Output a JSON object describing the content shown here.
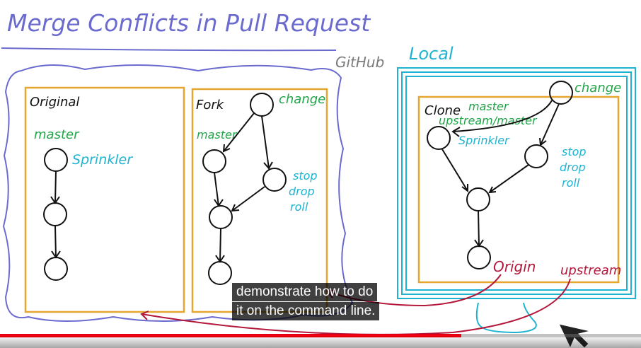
{
  "title": "Merge Conflicts in Pull Request",
  "regions": {
    "github": "GitHub",
    "local": "Local"
  },
  "repos": {
    "original": {
      "label": "Original",
      "branch": "master",
      "commit_label": "Sprinkler"
    },
    "fork": {
      "label": "Fork",
      "branch": "master",
      "commit_change": "change",
      "commit_stop": [
        "stop",
        "drop",
        "roll"
      ]
    },
    "clone": {
      "label": "Clone",
      "branch_master": "master",
      "branch_upstream": "upstream/master",
      "commit_label": "Sprinkler",
      "commit_change": "change",
      "commit_stop": [
        "stop",
        "drop",
        "roll"
      ],
      "remote_origin": "Origin",
      "remote_upstream": "upstream"
    }
  },
  "subtitles": [
    "demonstrate how to do",
    "it on the command line."
  ],
  "video": {
    "progress_fraction": 0.72
  },
  "colors": {
    "ink": "#111111",
    "green": "#20a548",
    "cyan": "#1fb3d1",
    "purple": "#6b6bcf",
    "orange": "#e6a732",
    "crimson": "#b3173a",
    "progress": "#e60012"
  },
  "icons": [
    "cursor-icon"
  ]
}
